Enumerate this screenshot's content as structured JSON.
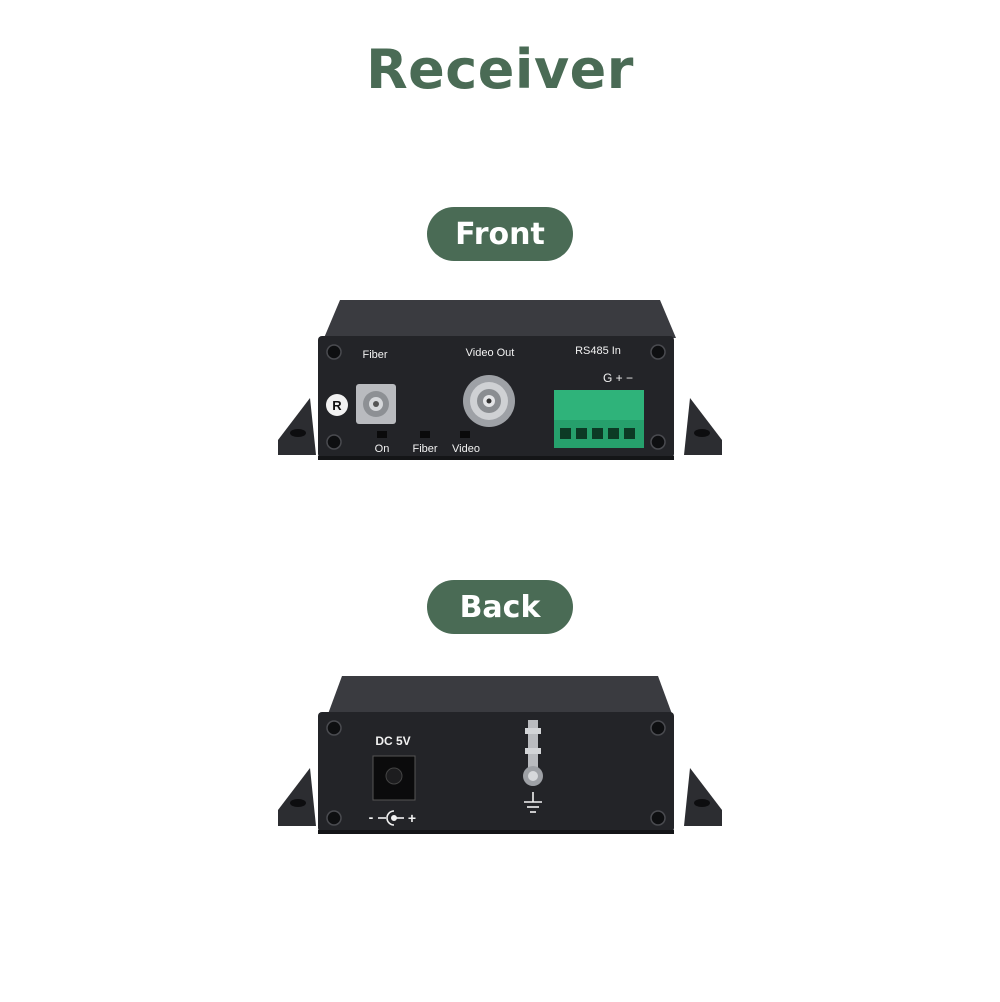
{
  "page": {
    "title": "Receiver",
    "front_label": "Front",
    "back_label": "Back"
  },
  "front_panel": {
    "fiber_label": "Fiber",
    "fiber_mark": "R",
    "video_out_label": "Video Out",
    "rs485_label": "RS485  In",
    "rs485_pins": "G  +  −",
    "led_on": "On",
    "led_fiber": "Fiber",
    "led_video": "Video"
  },
  "back_panel": {
    "power_label": "DC 5V",
    "polarity_minus": "-",
    "polarity_plus": "+"
  },
  "colors": {
    "accent": "#4a6b55",
    "title": "#4a6b55",
    "device_body": "#2a2b2f",
    "terminal_green": "#2fb37a"
  }
}
